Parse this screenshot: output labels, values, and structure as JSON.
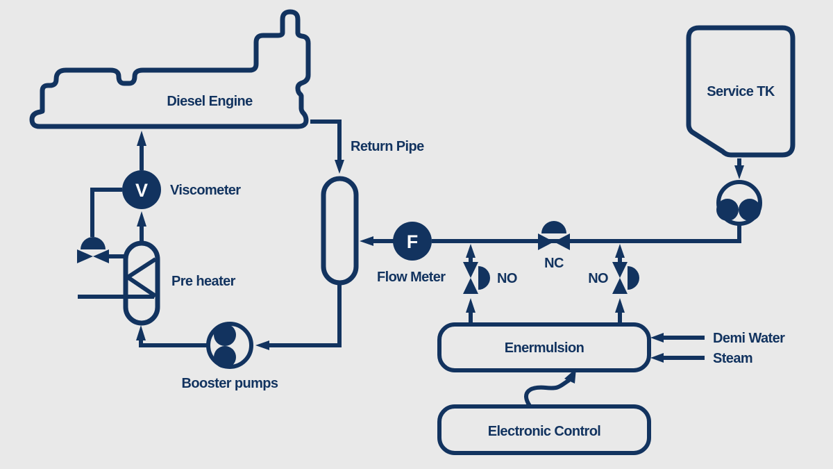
{
  "colors": {
    "ink": "#12335f",
    "bg": "#e9e9e9",
    "symbol_text": "#ffffff"
  },
  "diagram": {
    "type": "fuel-emulsion-process-flow-diagram",
    "labels": {
      "diesel_engine": "Diesel Engine",
      "return_pipe": "Return Pipe",
      "viscometer": "Viscometer",
      "viscometer_symbol": "V",
      "pre_heater": "Pre heater",
      "booster_pumps": "Booster pumps",
      "flow_meter": "Flow Meter",
      "flow_meter_symbol": "F",
      "nc_valve": "NC",
      "no_valve_left": "NO",
      "no_valve_right": "NO",
      "service_tank": "Service TK",
      "enermulsion": "Enermulsion",
      "electronic_control": "Electronic Control",
      "demi_water": "Demi Water",
      "steam": "Steam"
    }
  }
}
